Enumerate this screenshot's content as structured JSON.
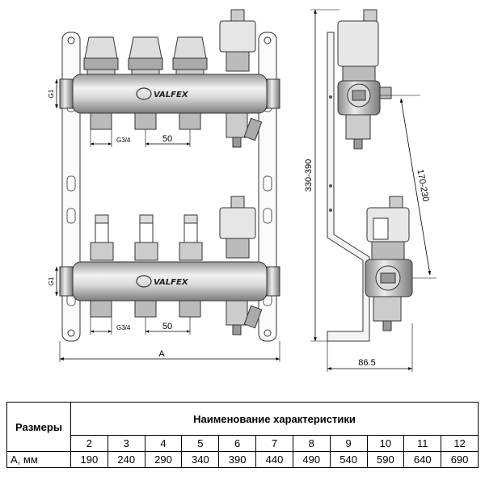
{
  "brand": "VALFEX",
  "front_view": {
    "port_label_top": "G1",
    "port_label_bottom": "G1",
    "outlet_thread_top": "G3/4",
    "outlet_thread_bottom": "G3/4",
    "outlet_pitch_top": "50",
    "outlet_pitch_bottom": "50",
    "overall_length": "A"
  },
  "side_view": {
    "height_range": "330-390",
    "axis_distance": "170-230",
    "depth": "86.5"
  },
  "table": {
    "sizes_header": "Размеры",
    "title": "Наименование характеристики",
    "row_label": "А, мм",
    "columns": [
      "2",
      "3",
      "4",
      "5",
      "6",
      "7",
      "8",
      "9",
      "10",
      "11",
      "12"
    ],
    "values": [
      "190",
      "240",
      "290",
      "340",
      "390",
      "440",
      "490",
      "540",
      "590",
      "640",
      "690"
    ]
  }
}
